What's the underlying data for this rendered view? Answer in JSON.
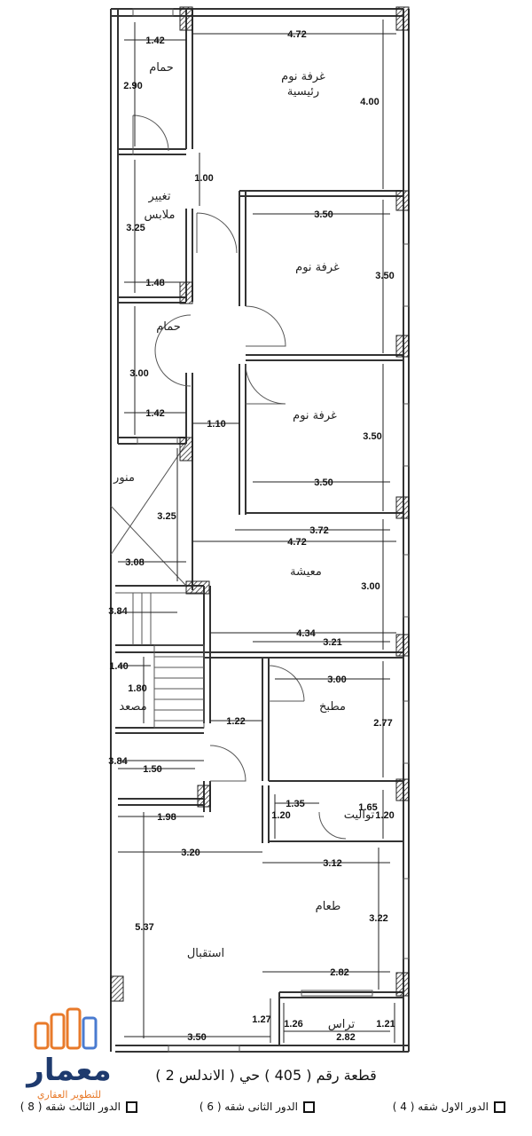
{
  "plan": {
    "rooms": {
      "master_bedroom": "غرفة نوم\nرئيسية",
      "master_bedroom_l1": "غرفة نوم",
      "master_bedroom_l2": "رئيسية",
      "bathroom_1": "حمام",
      "dressing_l1": "تغيير",
      "dressing_l2": "ملابس",
      "bedroom_1": "غرفة نوم",
      "bathroom_2": "حمام",
      "bedroom_2": "غرفة نوم",
      "light_well": "منور",
      "living": "معيشة",
      "kitchen": "مطبخ",
      "elevator": "مصعد",
      "toilet": "تواليت",
      "dining": "طعام",
      "reception": "استقبال",
      "terrace": "تراس"
    },
    "dimensions": {
      "d_472_top": "4.72",
      "d_142_a": "1.42",
      "d_290": "2.90",
      "d_400": "4.00",
      "d_100": "1.00",
      "d_325_a": "3.25",
      "d_350_a": "3.50",
      "d_350_b": "3.50",
      "d_148": "1.48",
      "d_300_a": "3.00",
      "d_142_b": "1.42",
      "d_110": "1.10",
      "d_350_c": "3.50",
      "d_350_d": "3.50",
      "d_325_b": "3.25",
      "d_372": "3.72",
      "d_472_b": "4.72",
      "d_308": "3.08",
      "d_300_b": "3.00",
      "d_384_a": "3.84",
      "d_434": "4.34",
      "d_321": "3.21",
      "d_140": "1.40",
      "d_300_c": "3.00",
      "d_180": "1.80",
      "d_122": "1.22",
      "d_277": "2.77",
      "d_384_b": "3.84",
      "d_150": "1.50",
      "d_135": "1.35",
      "d_165": "1.65",
      "d_120_a": "1.20",
      "d_120_b": "1.20",
      "d_198": "1.98",
      "d_320": "3.20",
      "d_312": "3.12",
      "d_537": "5.37",
      "d_322": "3.22",
      "d_282_a": "2.82",
      "d_127": "1.27",
      "d_126": "1.26",
      "d_121": "1.21",
      "d_282_b": "2.82",
      "d_350_e": "3.50"
    }
  },
  "caption": "قطعة رقم ( 405 ) حي ( الاندلس 2 )",
  "floors": [
    {
      "label": "الدور الاول شقه ( 4 )"
    },
    {
      "label": "الدور الثانى شقه ( 6 )"
    },
    {
      "label": "الدور الثالث شقه ( 8 )"
    }
  ],
  "logo": {
    "text": "معمار",
    "subtext": "للتطوير العقاري",
    "colors": [
      "#1e3a6e",
      "#e87a2a",
      "#4a7bd0"
    ]
  }
}
